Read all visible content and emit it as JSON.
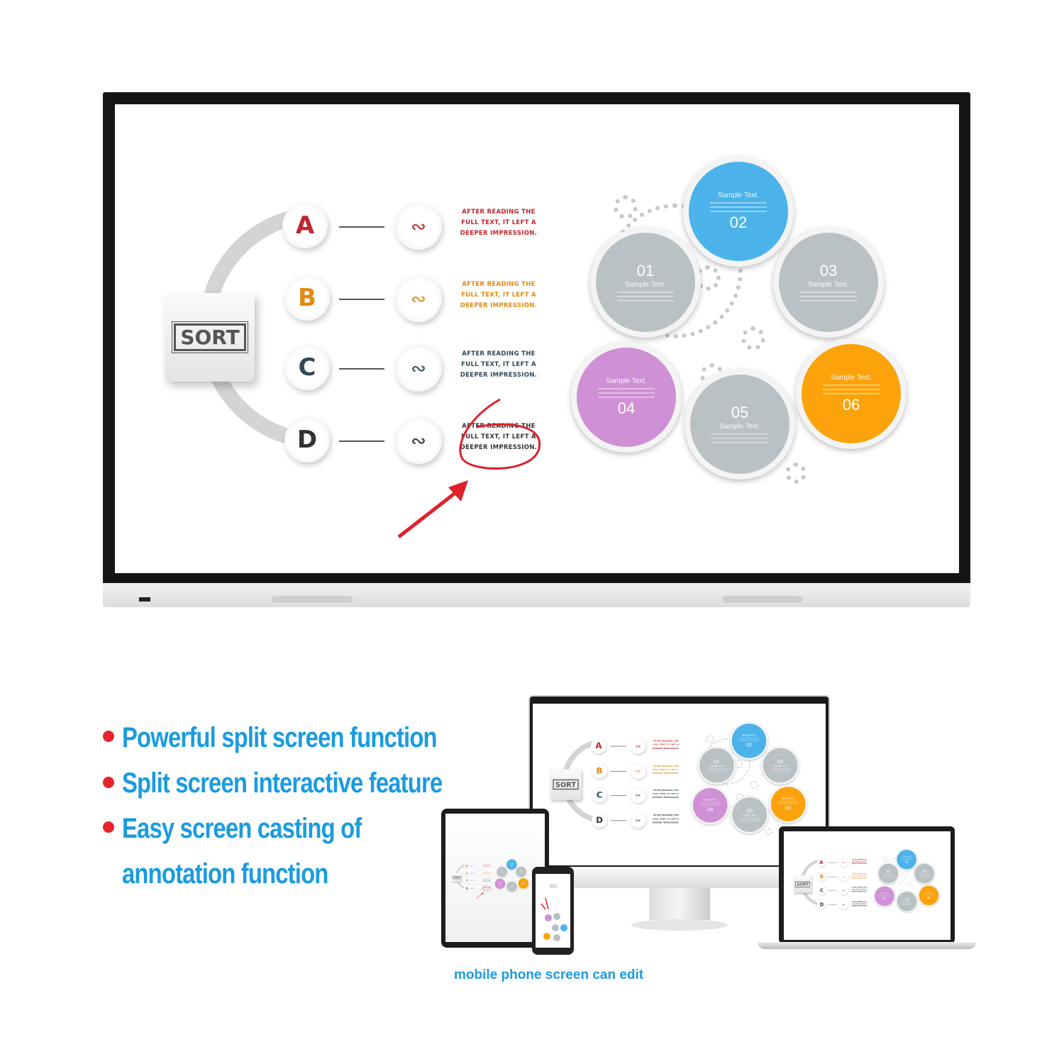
{
  "board": {
    "sort_label": "SORT",
    "steps": [
      {
        "letter": "A",
        "color": "#c0262d",
        "text": "AFTER READING THE FULL TEXT, IT LEFT A DEEPER IMPRESSION."
      },
      {
        "letter": "B",
        "color": "#e38a12",
        "text": "AFTER READING THE FULL TEXT, IT LEFT A DEEPER IMPRESSION."
      },
      {
        "letter": "C",
        "color": "#2f4a5a",
        "text": "AFTER READING THE FULL TEXT, IT LEFT A DEEPER IMPRESSION."
      },
      {
        "letter": "D",
        "color": "#333333",
        "text": "AFTER READING THE FULL TEXT, IT LEFT A DEEPER IMPRESSION."
      }
    ],
    "circles": [
      {
        "num": "01",
        "label": "Sample Text.",
        "color": "#b9c1c4",
        "num_first": true
      },
      {
        "num": "02",
        "label": "Sample Text.",
        "color": "#4bb3ea",
        "num_first": false
      },
      {
        "num": "03",
        "label": "Sample Text.",
        "color": "#b9c1c4",
        "num_first": true
      },
      {
        "num": "04",
        "label": "Sample Text.",
        "color": "#cf90d5",
        "num_first": false
      },
      {
        "num": "05",
        "label": "Sample Text.",
        "color": "#b9c1c4",
        "num_first": true
      },
      {
        "num": "06",
        "label": "Sample Text.",
        "color": "#fca20a",
        "num_first": false
      }
    ],
    "annotation_color": "#e0202a"
  },
  "features": [
    "Powerful split screen function",
    "Split screen interactive feature",
    "Easy screen casting of",
    "annotation function"
  ],
  "caption": "mobile phone screen can edit",
  "accent": "#1a9be0"
}
